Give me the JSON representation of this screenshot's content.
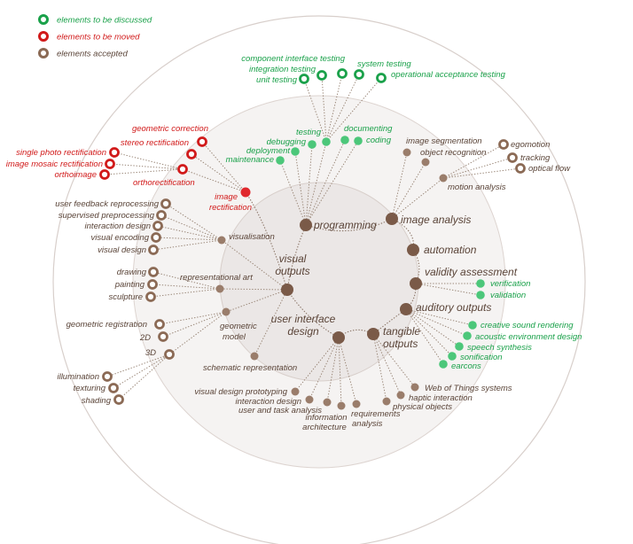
{
  "colors": {
    "discussed": "#1aa14a",
    "moved": "#d11a1a",
    "accepted": "#8b6a55",
    "text_brown": "#5a4438"
  },
  "legend": {
    "discussed": "elements to be discussed",
    "moved": "elements to be moved",
    "accepted": "elements accepted"
  },
  "hubs": {
    "programming": "programming",
    "image_analysis": "image analysis",
    "automation": "automation",
    "validity_assessment": "validity assessment",
    "auditory_outputs": "auditory outputs",
    "tangible_outputs_1": "tangible",
    "tangible_outputs_2": "outputs",
    "ui_design_1": "user interface",
    "ui_design_2": "design",
    "visual_outputs_1": "visual",
    "visual_outputs_2": "outputs"
  },
  "mid": {
    "image_rectification_1": "image",
    "image_rectification_2": "rectification",
    "visualisation": "visualisation",
    "representational_art": "representational art",
    "geometric_model_1": "geometric",
    "geometric_model_2": "model",
    "schematic_representation": "schematic representation",
    "motion_analysis": "motion analysis",
    "image_segmentation": "image segmentation",
    "object_recognition": "object recognition",
    "testing": "testing",
    "debugging": "debugging",
    "deployment": "deployment",
    "maintenance": "maintenance",
    "documenting": "documenting",
    "coding": "coding",
    "verification": "verification",
    "validation": "validation",
    "creative_sound_rendering": "creative sound rendering",
    "acoustic_environment_design": "acoustic environment design",
    "speech_synthesis": "speech synthesis",
    "sonification": "sonification",
    "earcons": "earcons",
    "web_of_things": "Web of Things systems",
    "haptic_interaction": "haptic interaction",
    "physical_objects": "physical objects",
    "requirements_analysis_1": "requirements",
    "requirements_analysis_2": "analysis",
    "information_architecture_1": "information",
    "information_architecture_2": "architecture",
    "user_task_analysis": "user and task analysis",
    "interaction_design_ui": "interaction design",
    "visual_design_prototyping": "visual design prototyping"
  },
  "outer": {
    "component_interface_testing": "component interface testing",
    "integration_testing": "integration testing",
    "unit_testing": "unit testing",
    "system_testing": "system testing",
    "operational_acceptance_testing": "operational acceptance testing",
    "geometric_correction": "geometric correction",
    "stereo_rectification": "stereo rectification",
    "single_photo_rectification": "single photo rectification",
    "image_mosaic_rectification": "image mosaic rectification",
    "orthoimage": "orthoimage",
    "orthorectification": "orthorectification",
    "egomotion": "egomotion",
    "tracking": "tracking",
    "optical_flow": "optical flow",
    "user_feedback_reprocessing": "user feedback reprocessing",
    "supervised_preprocessing": "supervised preprocessing",
    "interaction_design_vis": "interaction design",
    "visual_encoding": "visual encoding",
    "visual_design": "visual design",
    "drawing": "drawing",
    "painting": "painting",
    "sculpture": "sculpture",
    "geometric_registration": "geometric registration",
    "two_d": "2D",
    "three_d": "3D",
    "illumination": "illumination",
    "texturing": "texturing",
    "shading": "shading"
  }
}
